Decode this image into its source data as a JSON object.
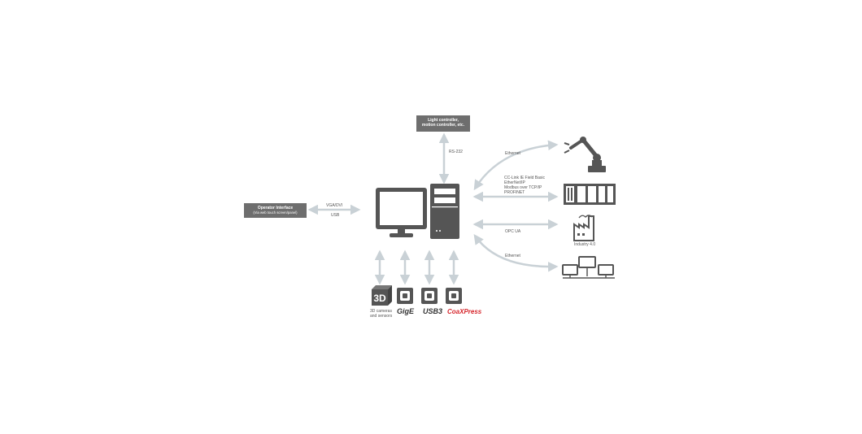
{
  "nodes": {
    "light_controller": {
      "line1": "Light controller,",
      "line2": "motion controller, etc."
    },
    "operator_interface": {
      "line1": "Operator Interface",
      "line2": "(Via web touch screen/panel)"
    }
  },
  "connections": {
    "rs232": "RS-232",
    "vga_dvi": "VGA/DVI",
    "usb": "USB",
    "ethernet_robot": "Ethernet",
    "fieldbus": [
      "CC-Link IE Field Basic",
      "EtherNet/IP",
      "Modbus over TCP/IP",
      "PROFINET"
    ],
    "opc_ua": "OPC UA",
    "ethernet_network": "Ethernet"
  },
  "devices": {
    "industry40": "Industry 4.0",
    "cameras_3d_icon_text": "3D",
    "cameras_3d_label": [
      "3D cameras",
      "and sensors"
    ],
    "gige": "GigE",
    "usb3": "USB3",
    "coaxpress": "CoaXPress"
  },
  "colors": {
    "arrow": "#c9d1d6",
    "device": "#555555",
    "box": "#6e6e6e",
    "coaxpress": "#d6262c"
  }
}
